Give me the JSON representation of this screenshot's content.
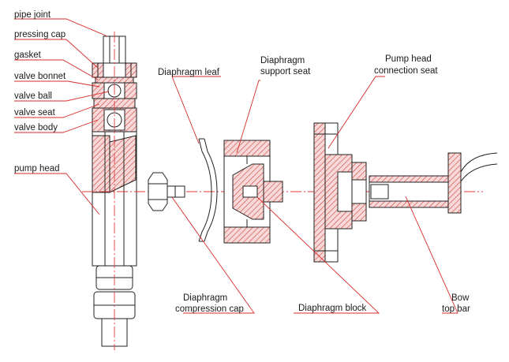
{
  "labels": {
    "pipe_joint": "pipe joint",
    "pressing_cap": "pressing cap",
    "gasket": "gasket",
    "valve_bonnet": "valve bonnet",
    "valve_ball": "valve ball",
    "valve_seat": "valve seat",
    "valve_body": "valve body",
    "pump_head": "pump head",
    "diaphragm_leaf": "Diaphragm leaf",
    "diaphragm_support_seat_1": "Diaphragm",
    "diaphragm_support_seat_2": "support seat",
    "pump_head_connection_seat_1": "Pump head",
    "pump_head_connection_seat_2": "connection seat",
    "diaphragm_compression_cap_1": "Diaphragm",
    "diaphragm_compression_cap_2": "compression cap",
    "diaphragm_block": "Diaphragm block",
    "bow_top_bar_1": "Bow",
    "bow_top_bar_2": "top bar"
  },
  "colors": {
    "section_hatch": "#d9473f",
    "leader_line": "#d92b2b",
    "center_line": "#e0393e",
    "outline": "#222222"
  }
}
